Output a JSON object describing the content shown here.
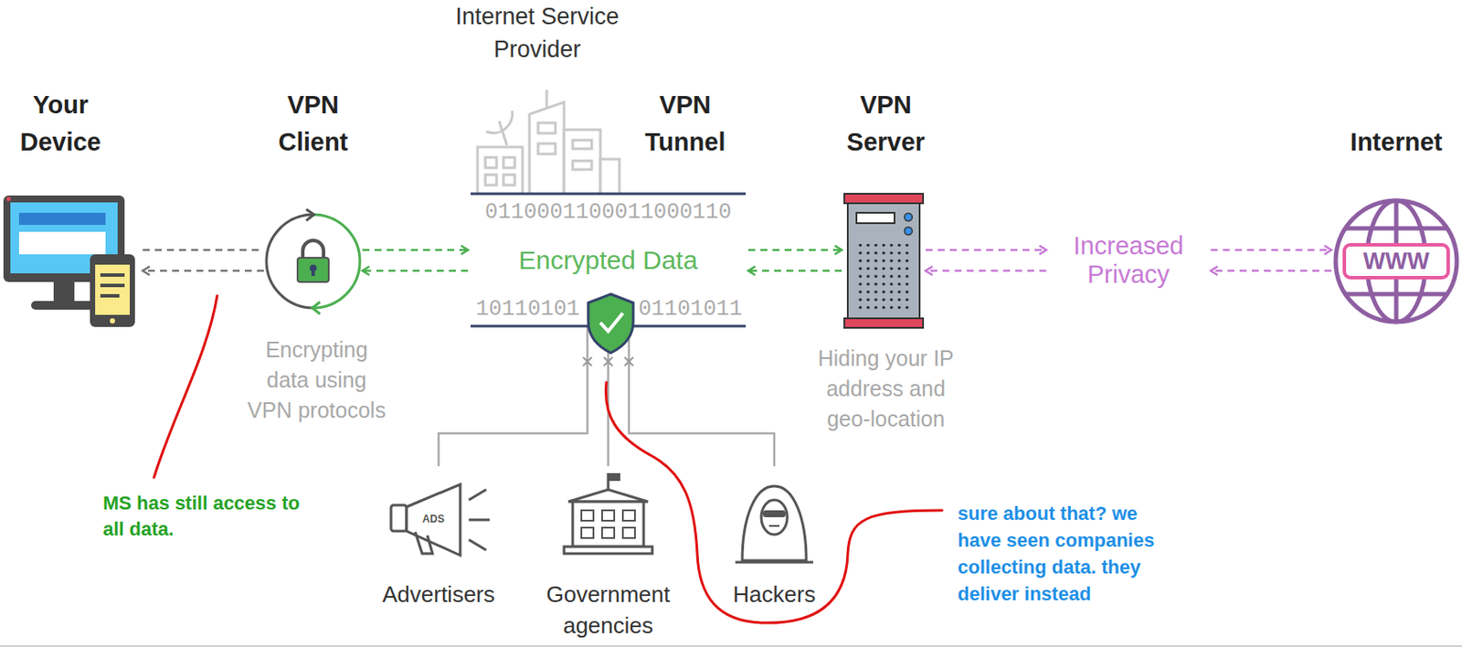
{
  "diagram": {
    "nodes": [
      {
        "text": [
          "Your Device"
        ]
      },
      {
        "text": [
          "VPN Client",
          "Encrypting data using VPN protocols"
        ]
      },
      {
        "text": [
          "VPN Tunnel",
          "Encrypted Data"
        ]
      },
      {
        "text": [
          "VPN Server",
          "Hiding your IP address and geo-location"
        ]
      },
      {
        "text": [
          "Internet"
        ]
      },
      {
        "text": [
          "Advertisers"
        ]
      },
      {
        "text": [
          "Government agencies"
        ]
      },
      {
        "text": [
          "Hackers"
        ]
      }
    ],
    "edges": [
      {
        "from": 1,
        "to": 0,
        "arrow": "to"
      },
      {
        "from": 1,
        "to": 2,
        "arrow": "both"
      },
      {
        "from": 2,
        "to": 3,
        "arrow": "both"
      },
      {
        "from": 3,
        "to": 4,
        "label": "Increased Privacy",
        "arrow": "both"
      },
      {
        "from": 2,
        "to": 5,
        "arrow": "none"
      },
      {
        "from": 2,
        "to": 6,
        "arrow": "none"
      },
      {
        "from": 2,
        "to": 7,
        "arrow": "none"
      }
    ],
    "labels": [
      "Internet Service Provider",
      "0110001100011000110",
      "10110101",
      "01101011",
      "WWW",
      "ADS",
      "MS has still access to all data.",
      "sure about that? we have seen companies collecting data. they deliver instead"
    ]
  }
}
